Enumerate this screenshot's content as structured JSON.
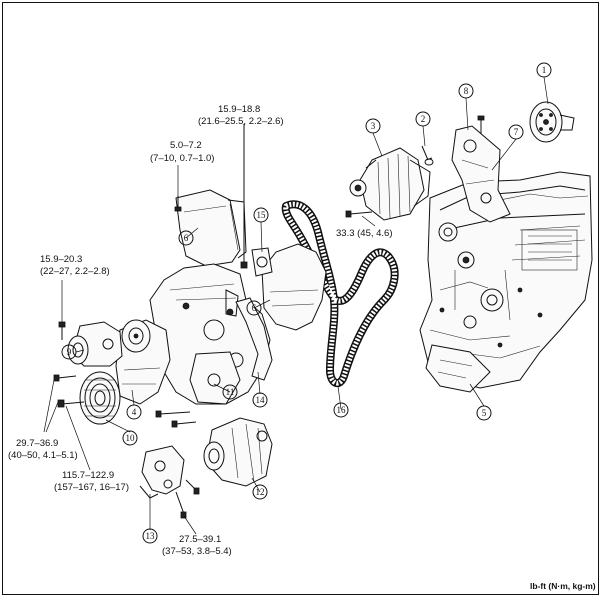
{
  "torque_specs": [
    {
      "id": "t1",
      "value": "15.9–18.8",
      "metric": "(21.6–25.5, 2.2–2.6)"
    },
    {
      "id": "t2",
      "value": "5.0–7.2",
      "metric": "(7–10, 0.7–1.0)"
    },
    {
      "id": "t3",
      "value": "15.9–20.3",
      "metric": "(22–27, 2.2–2.8)"
    },
    {
      "id": "t4",
      "value": "33.3 (45, 4.6)"
    },
    {
      "id": "t5",
      "value": "29.7–36.9",
      "metric": "(40–50, 4.1–5.1)"
    },
    {
      "id": "t6",
      "value": "115.7–122.9",
      "metric": "(157–167, 16–17)"
    },
    {
      "id": "t7",
      "value": "27.5–39.1",
      "metric": "(37–53, 3.8–5.4)"
    }
  ],
  "callouts": [
    "1",
    "2",
    "3",
    "4",
    "5",
    "6",
    "7",
    "8",
    "9",
    "10",
    "11",
    "12",
    "13",
    "14",
    "15",
    "16"
  ],
  "units_label": "lb-ft (N·m, kg-m)"
}
